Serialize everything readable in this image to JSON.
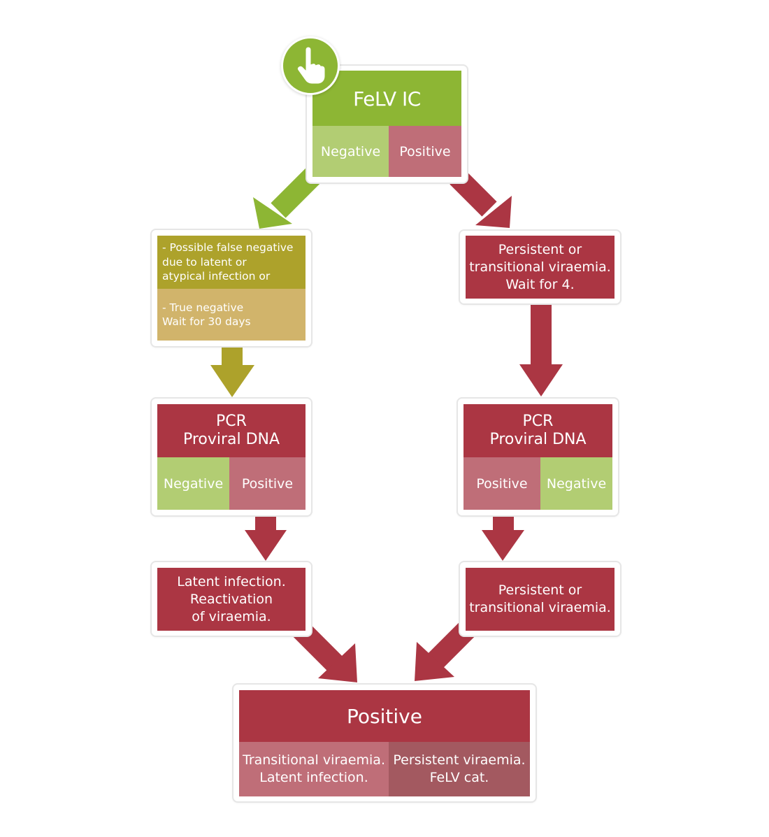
{
  "felv_ic": {
    "title": "FeLV IC",
    "negative": "Negative",
    "positive": "Positive"
  },
  "left_note": {
    "line1": "- Possible false negative\n  due to latent or\n  atypical infection or",
    "line2": "- True negative\nWait for 30 days"
  },
  "right_note": {
    "text": "Persistent or\ntransitional viraemia.\nWait for 4."
  },
  "pcr_left": {
    "title": "PCR\nProviral DNA",
    "negative": "Negative",
    "positive": "Positive"
  },
  "pcr_right": {
    "title": "PCR\nProviral DNA",
    "positive": "Positive",
    "negative": "Negative"
  },
  "left_result": {
    "text": "Latent infection.\nReactivation\nof viraemia."
  },
  "right_result": {
    "text": "Persistent or\ntransitional  viraemia."
  },
  "final": {
    "title": "Positive",
    "left": "Transitional viraemia.\nLatent infection.",
    "right": "Persistent viraemia.\nFeLV cat."
  },
  "colors": {
    "green": "#8db634",
    "light_green": "#b2cd73",
    "pink": "#bf6e78",
    "red": "#ab3643",
    "olive": "#ada22b",
    "tan": "#d1b46b"
  },
  "icons": {
    "badge": "hand-pointer-icon"
  }
}
